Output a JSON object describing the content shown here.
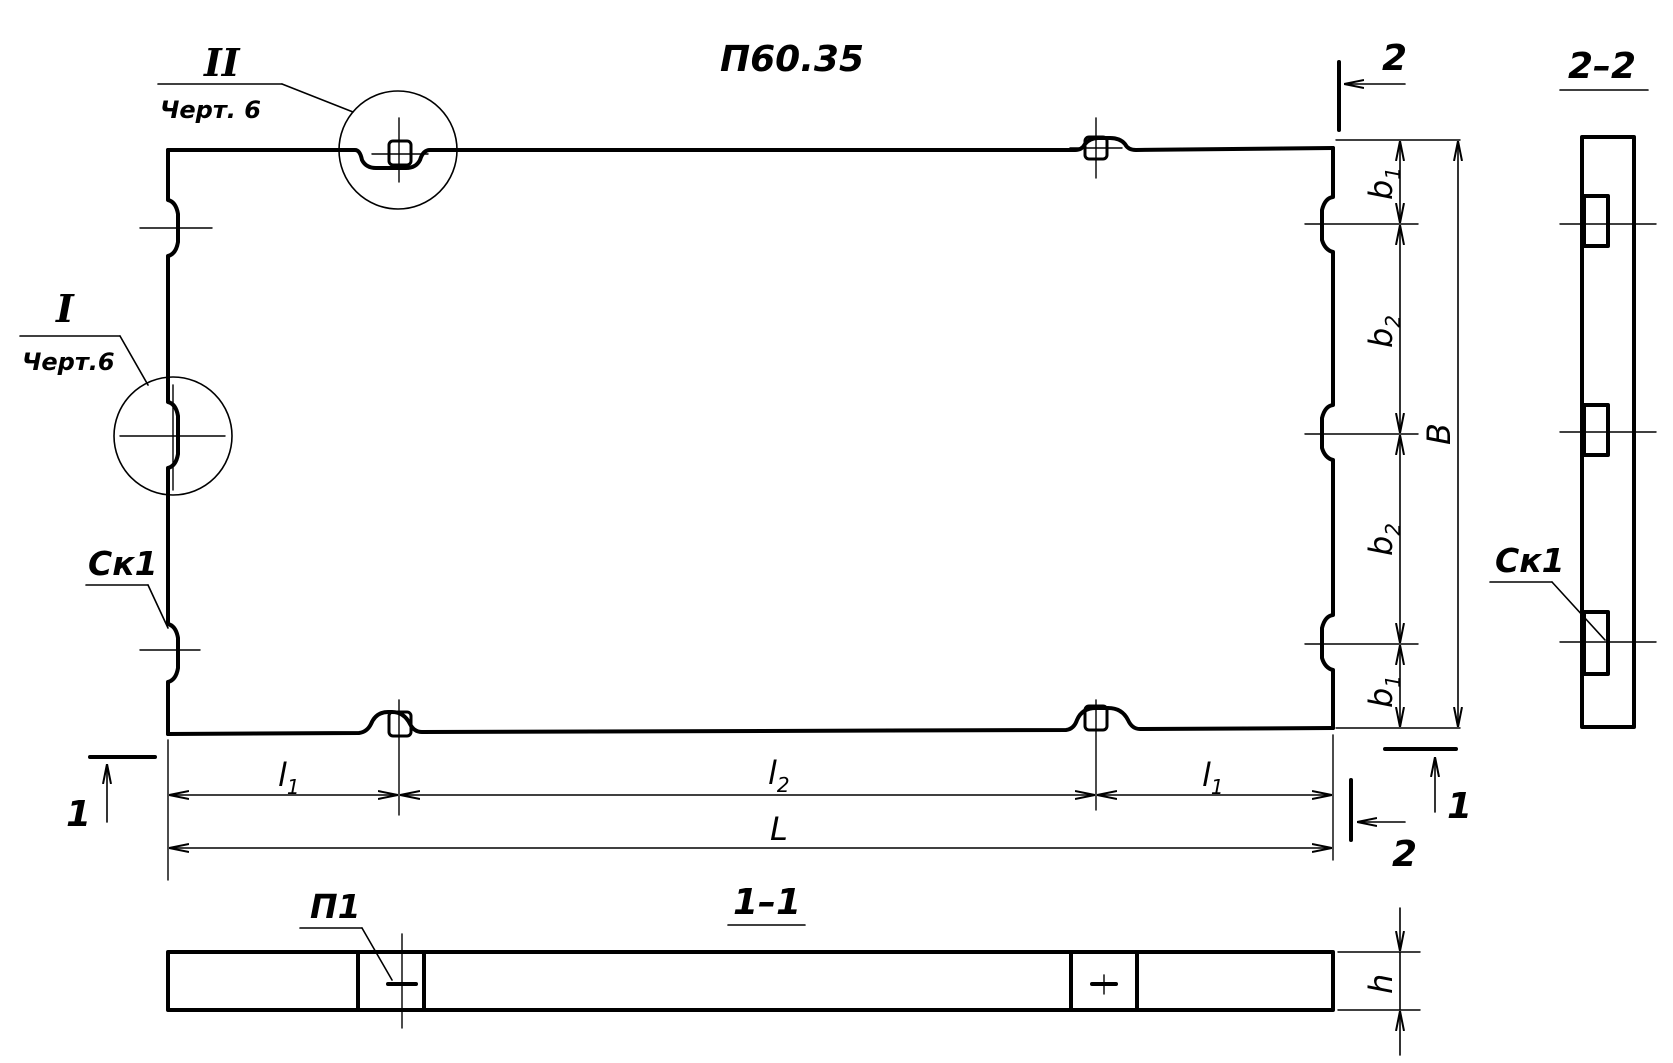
{
  "title": "П60.35",
  "callouts": {
    "detail_II": {
      "numeral": "II",
      "reference": "Черт. 6"
    },
    "detail_I": {
      "numeral": "I",
      "reference": "Черт.6"
    },
    "loop_left": "Ск1",
    "loop_section": "Ск1",
    "plate_P1": "П1"
  },
  "sections": {
    "section_1": {
      "title": "1–1",
      "mark": "1"
    },
    "section_2": {
      "title": "2–2",
      "mark": "2"
    }
  },
  "dimensions": {
    "l1": {
      "base": "l",
      "sub": "1"
    },
    "l2": {
      "base": "l",
      "sub": "2"
    },
    "L": "L",
    "B": "B",
    "b1": {
      "base": "b",
      "sub": "1"
    },
    "b2": {
      "base": "b",
      "sub": "2"
    },
    "h": "h"
  }
}
